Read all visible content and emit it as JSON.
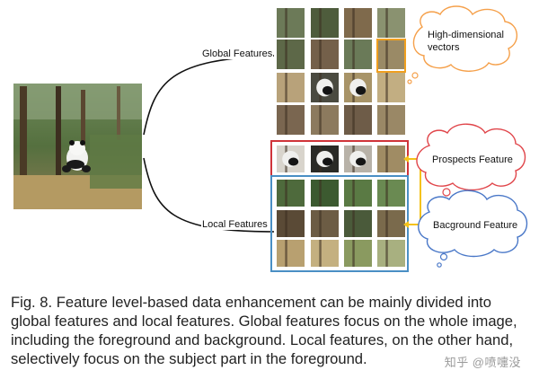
{
  "figure": {
    "global_label": "Global Features",
    "local_label": "Local Features",
    "clouds": {
      "high_dim_line1": "High-dimensional",
      "high_dim_line2": "vectors",
      "prospects": "Prospects Feature",
      "background": "Bacground Feature"
    },
    "colors": {
      "highlight_orange": "#f0a020",
      "prospects_red": "#d0343a",
      "background_blue": "#4a8fc4",
      "cloud_orange": "#f5a04a",
      "cloud_red": "#e0454a",
      "cloud_blue": "#4a78c8",
      "arrow_yellow": "#f4c21a"
    },
    "grid_rows": 4,
    "grid_cols": 4
  },
  "caption": "Fig. 8. Feature level-based data enhancement can be mainly divided into global features and local features. Global features focus on the whole image, including the foreground and background. Local features, on the other hand, selectively focus on the subject part in the foreground.",
  "watermark": "知乎 @喷嚏没"
}
